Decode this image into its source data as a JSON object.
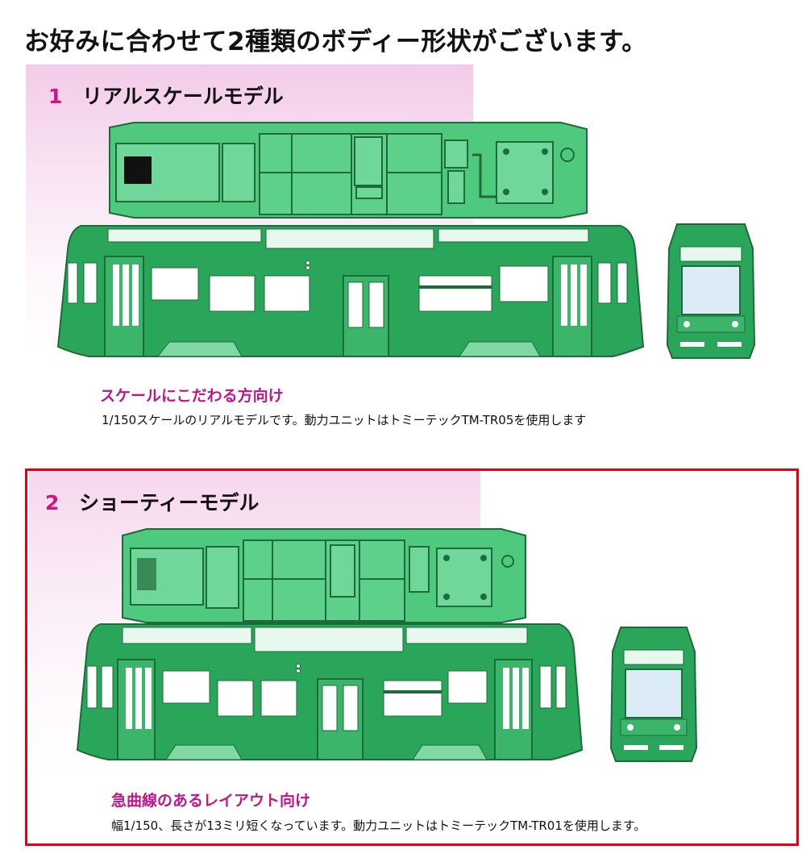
{
  "header": {
    "title": "お好みに合わせて2種類のボディー形状がございます。"
  },
  "models": [
    {
      "number": "1",
      "name": "リアルスケールモデル",
      "subtitle": "スケールにこだわる方向け",
      "description": "1/150スケールのリアルモデルです。動力ユニットはトミーテックTM-TR05を使用します"
    },
    {
      "number": "2",
      "name": "ショーティーモデル",
      "subtitle": "急曲線のあるレイアウト向け",
      "description": "幅1/150、長さが13ミリ短くなっています。動力ユニットはトミーテックTM-TR01を使用します。"
    }
  ],
  "colors": {
    "body_green": "#2aa65a",
    "roof_green": "#4fc97e",
    "accent_magenta": "#d4147e",
    "subtitle_magenta": "#c0168b",
    "highlight_red": "#e60012"
  }
}
